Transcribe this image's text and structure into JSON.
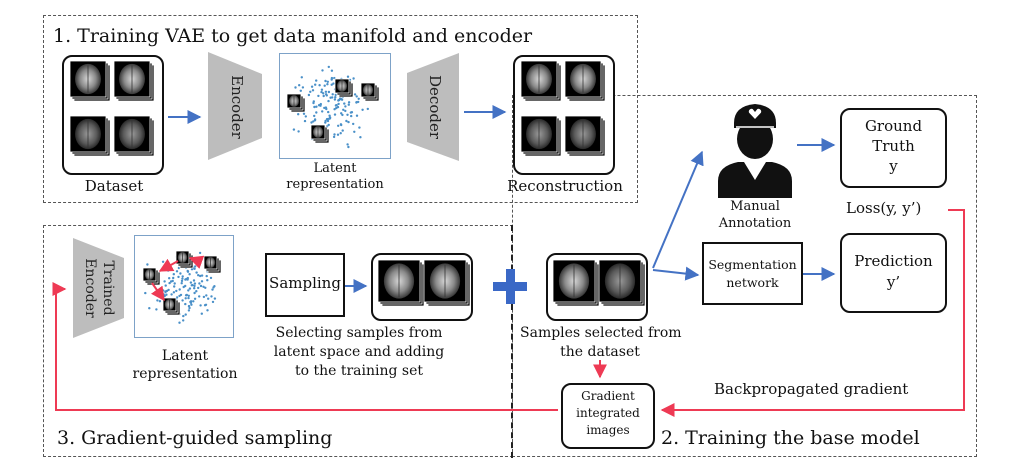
{
  "stage1": {
    "title": "1. Training VAE to get data manifold and encoder",
    "dataset_label": "Dataset",
    "encoder_label": "Encoder",
    "latent_label_line1": "Latent",
    "latent_label_line2": "representation",
    "decoder_label": "Decoder",
    "reconstruction_label": "Reconstruction"
  },
  "stage2": {
    "title": "2. Training the base model",
    "manual_annotation_line1": "Manual",
    "manual_annotation_line2": "Annotation",
    "ground_truth_line1": "Ground",
    "ground_truth_line2": "Truth",
    "ground_truth_line3": "y",
    "loss_label": "Loss(y, y’)",
    "segmentation_line1": "Segmentation",
    "segmentation_line2": "network",
    "prediction_line1": "Prediction",
    "prediction_line2": "y’",
    "samples_selected_line1": "Samples selected from",
    "samples_selected_line2": "the dataset",
    "backprop_label": "Backpropagated gradient",
    "gradient_line1": "Gradient",
    "gradient_line2": "integrated",
    "gradient_line3": "images"
  },
  "stage3": {
    "title": "3. Gradient-guided sampling",
    "trained_encoder_line1": "Trained",
    "trained_encoder_line2": "Encoder",
    "latent_label_line1": "Latent",
    "latent_label_line2": "representation",
    "sampling_label": "Sampling",
    "selecting_line1": "Selecting samples from",
    "selecting_line2": "latent space and adding",
    "selecting_line3": "to the training set"
  },
  "colors": {
    "blue_arrow": "#4472c4",
    "red_arrow": "#ee3a54",
    "plus": "#3a68c6",
    "trapezoid": "#bdbdbd",
    "latent_point": "#4a90c8"
  }
}
